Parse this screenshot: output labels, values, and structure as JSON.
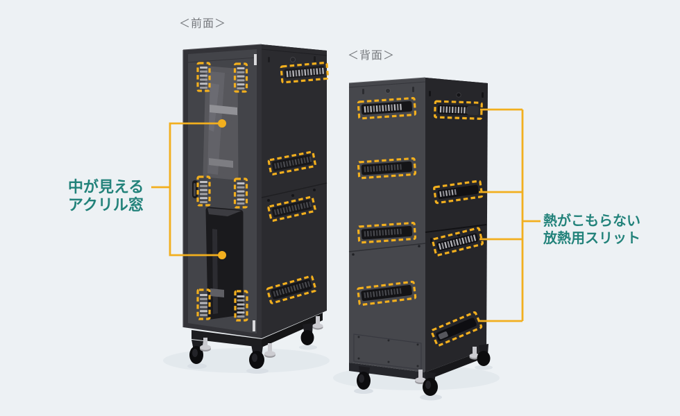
{
  "figure": {
    "background_color": "#EDF1F4",
    "accent_color": "#F2AF1E",
    "callout_text_color": "#22827A",
    "caption_color": "#75787C"
  },
  "front_view": {
    "caption": "＜前面＞",
    "callout": {
      "line1": "中が見える",
      "line2": "アクリル窓"
    }
  },
  "back_view": {
    "caption": "＜背面＞",
    "callout": {
      "line1": "熱がこもらない",
      "line2": "放熱用スリット"
    }
  }
}
